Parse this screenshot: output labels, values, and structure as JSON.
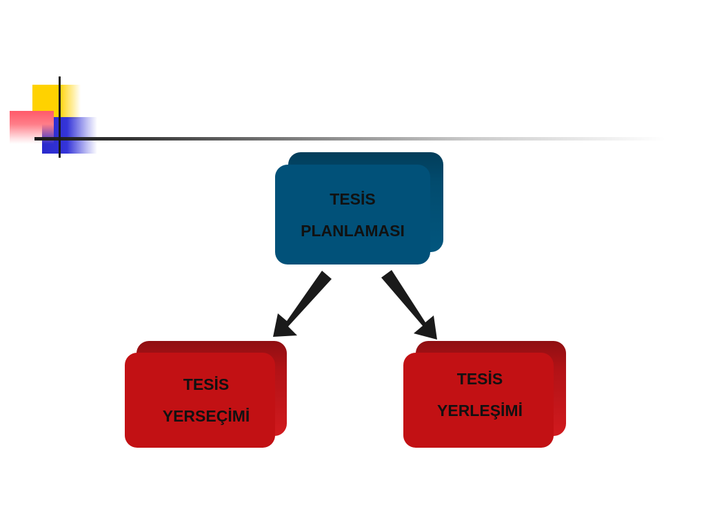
{
  "diagram": {
    "top_box": {
      "line1": "TESİS",
      "line2": "PLANLAMASI",
      "color": "#015179"
    },
    "left_box": {
      "line1": "TESİS",
      "line2": "YERSEÇİMİ",
      "color": "#c21114"
    },
    "right_box": {
      "line1": "TESİS",
      "line2": "YERLEŞİMİ",
      "color": "#c21114"
    },
    "arrow_color": "#1a1a1a"
  },
  "decoration": {
    "colors": [
      "#ffd200",
      "#2a2acc",
      "#ff5a6a",
      "#1a1a1a"
    ]
  }
}
